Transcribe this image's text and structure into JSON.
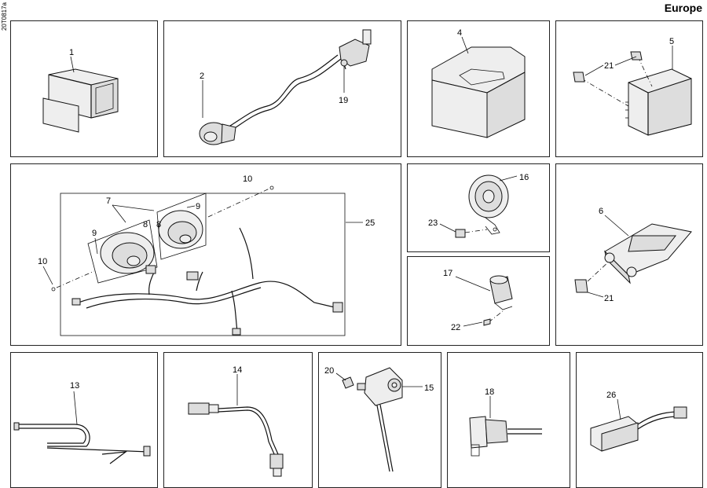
{
  "header": {
    "region": "Europe",
    "drawing_code": "20T0817a"
  },
  "callouts": {
    "c1": "1",
    "c2": "2",
    "c19": "19",
    "c4": "4",
    "c5": "5",
    "c21a": "21",
    "c10a": "10",
    "c7": "7",
    "c9a": "9",
    "c8a": "8",
    "c9b": "9",
    "c8b": "8",
    "c10b": "10",
    "c25": "25",
    "c16": "16",
    "c23": "23",
    "c17": "17",
    "c22": "22",
    "c6": "6",
    "c21b": "21",
    "c13": "13",
    "c14": "14",
    "c20": "20",
    "c15": "15",
    "c18": "18",
    "c26": "26"
  }
}
